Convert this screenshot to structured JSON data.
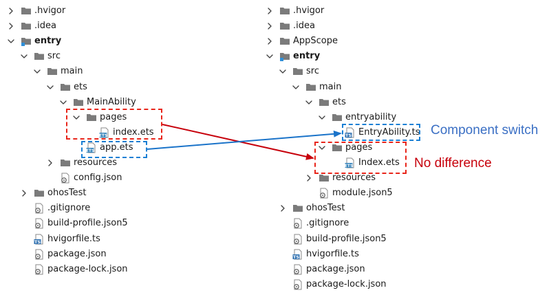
{
  "colors": {
    "folder": "#7b7b7b",
    "ets_badge": "#2f7fb8",
    "ts_badge": "#2d6fb0",
    "red": "#c7000b",
    "blue": "#1a73c9",
    "box_red": "#e8251a",
    "box_blue": "#1a7fd4"
  },
  "left_tree": [
    {
      "label": ".hvigor",
      "depth": 0,
      "chevron": "right",
      "icon": "folder"
    },
    {
      "label": ".idea",
      "depth": 0,
      "chevron": "right",
      "icon": "folder"
    },
    {
      "label": "entry",
      "depth": 0,
      "chevron": "down",
      "icon": "module-folder",
      "bold": true
    },
    {
      "label": "src",
      "depth": 1,
      "chevron": "down",
      "icon": "folder"
    },
    {
      "label": "main",
      "depth": 2,
      "chevron": "down",
      "icon": "folder"
    },
    {
      "label": "ets",
      "depth": 3,
      "chevron": "down",
      "icon": "folder"
    },
    {
      "label": "MainAbility",
      "depth": 4,
      "chevron": "down",
      "icon": "folder"
    },
    {
      "label": "pages",
      "depth": 5,
      "chevron": "down",
      "icon": "folder"
    },
    {
      "label": "index.ets",
      "depth": 6,
      "chevron": "none",
      "icon": "ets-file"
    },
    {
      "label": "app.ets",
      "depth": 5,
      "chevron": "none",
      "icon": "ets-file"
    },
    {
      "label": "resources",
      "depth": 3,
      "chevron": "right",
      "icon": "folder"
    },
    {
      "label": "config.json",
      "depth": 3,
      "chevron": "none",
      "icon": "config-file"
    },
    {
      "label": "ohosTest",
      "depth": 1,
      "chevron": "right",
      "icon": "folder"
    },
    {
      "label": ".gitignore",
      "depth": 1,
      "chevron": "none",
      "icon": "config-file"
    },
    {
      "label": "build-profile.json5",
      "depth": 1,
      "chevron": "none",
      "icon": "config-file"
    },
    {
      "label": "hvigorfile.ts",
      "depth": 1,
      "chevron": "none",
      "icon": "ts-file"
    },
    {
      "label": "package.json",
      "depth": 1,
      "chevron": "none",
      "icon": "config-file"
    },
    {
      "label": "package-lock.json",
      "depth": 1,
      "chevron": "none",
      "icon": "config-file"
    }
  ],
  "right_tree": [
    {
      "label": ".hvigor",
      "depth": 0,
      "chevron": "right",
      "icon": "folder"
    },
    {
      "label": ".idea",
      "depth": 0,
      "chevron": "right",
      "icon": "folder"
    },
    {
      "label": "AppScope",
      "depth": 0,
      "chevron": "right",
      "icon": "folder"
    },
    {
      "label": "entry",
      "depth": 0,
      "chevron": "down",
      "icon": "module-folder",
      "bold": true
    },
    {
      "label": "src",
      "depth": 1,
      "chevron": "down",
      "icon": "folder"
    },
    {
      "label": "main",
      "depth": 2,
      "chevron": "down",
      "icon": "folder"
    },
    {
      "label": "ets",
      "depth": 3,
      "chevron": "down",
      "icon": "folder"
    },
    {
      "label": "entryability",
      "depth": 4,
      "chevron": "down",
      "icon": "folder"
    },
    {
      "label": "EntryAbility.ts",
      "depth": 5,
      "chevron": "none",
      "icon": "ts-file"
    },
    {
      "label": "pages",
      "depth": 4,
      "chevron": "down",
      "icon": "folder"
    },
    {
      "label": "Index.ets",
      "depth": 5,
      "chevron": "none",
      "icon": "ets-file"
    },
    {
      "label": "resources",
      "depth": 3,
      "chevron": "right",
      "icon": "folder"
    },
    {
      "label": "module.json5",
      "depth": 3,
      "chevron": "none",
      "icon": "config-file"
    },
    {
      "label": "ohosTest",
      "depth": 1,
      "chevron": "right",
      "icon": "folder"
    },
    {
      "label": ".gitignore",
      "depth": 1,
      "chevron": "none",
      "icon": "config-file"
    },
    {
      "label": "build-profile.json5",
      "depth": 1,
      "chevron": "none",
      "icon": "config-file"
    },
    {
      "label": "hvigorfile.ts",
      "depth": 1,
      "chevron": "none",
      "icon": "ts-file"
    },
    {
      "label": "package.json",
      "depth": 1,
      "chevron": "none",
      "icon": "config-file"
    },
    {
      "label": "package-lock.json",
      "depth": 1,
      "chevron": "none",
      "icon": "config-file"
    }
  ],
  "annotations": {
    "component_switch": "Component switch",
    "no_difference": "No difference"
  }
}
